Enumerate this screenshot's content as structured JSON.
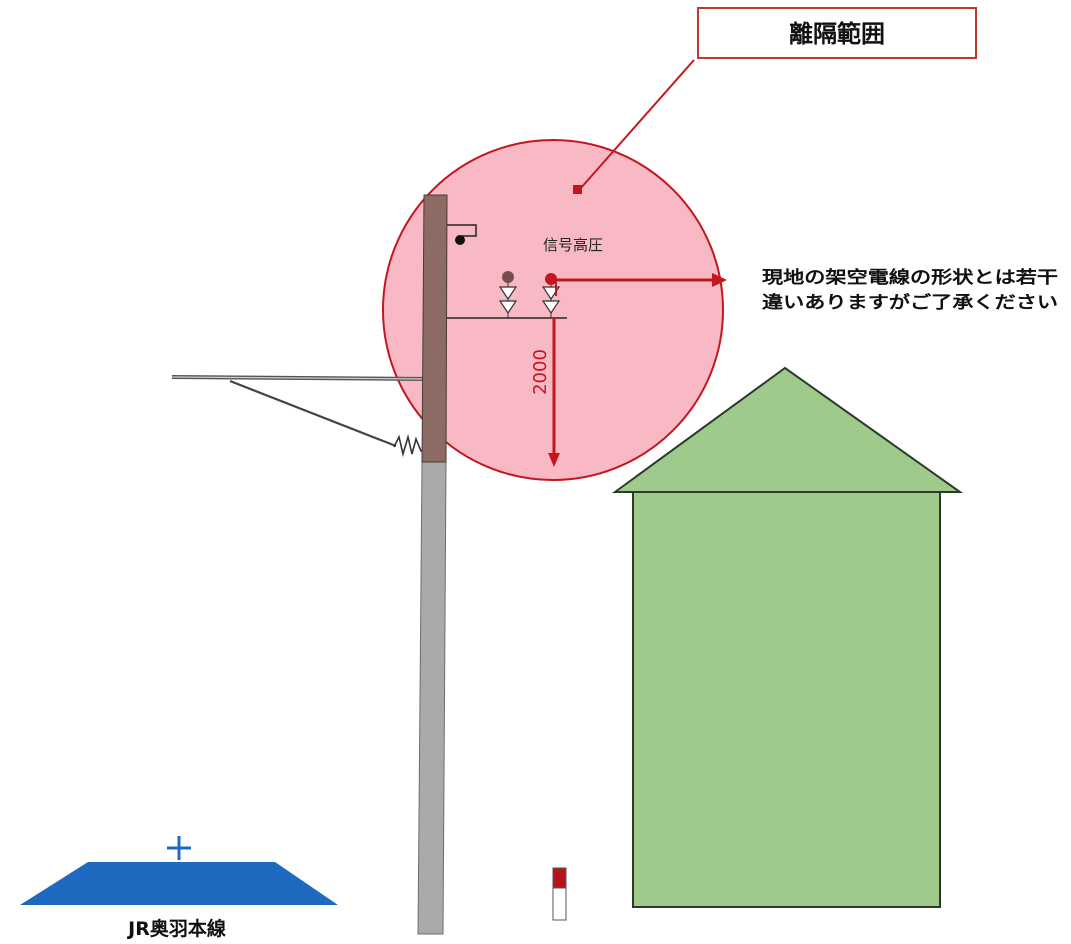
{
  "diagram": {
    "title": "離隔範囲",
    "signal_label": "信号高圧",
    "distance_label": "2000",
    "note_lines": [
      "現地の架空電線の形状とは若干",
      "違いありますがご了承ください"
    ],
    "railway_label": "JR奥羽本線"
  },
  "colors": {
    "clearance_fill": "#f8b9c5",
    "accent_red": "#c3161f",
    "pole_upper": "#8b6b64",
    "pole_lower": "#a9abaa",
    "house": "#9ecb8b",
    "railway": "#1e6ac0",
    "marker_red": "#b5141c"
  }
}
